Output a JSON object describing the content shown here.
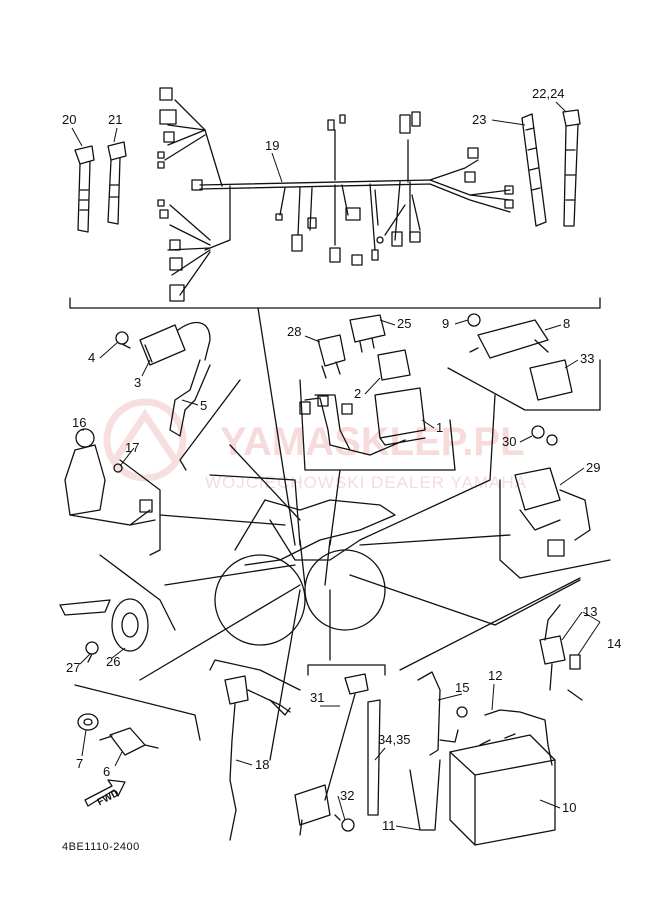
{
  "watermark": {
    "brand": "YAMASKLEP.PL",
    "tagline": "WOJCIECHOWSKI DEALER YAMAHA"
  },
  "drawing_code": "4BE1110-2400",
  "direction_arrow": "FWD",
  "part_labels": {
    "p1": "1",
    "p2": "2",
    "p3": "3",
    "p4": "4",
    "p5": "5",
    "p6": "6",
    "p7": "7",
    "p8": "8",
    "p9": "9",
    "p10": "10",
    "p11": "11",
    "p12": "12",
    "p13": "13",
    "p14": "14",
    "p15": "15",
    "p16": "16",
    "p17": "17",
    "p18": "18",
    "p19": "19",
    "p20": "20",
    "p21": "21",
    "p22_24": "22,24",
    "p23": "23",
    "p25": "25",
    "p26": "26",
    "p27": "27",
    "p28": "28",
    "p29": "29",
    "p30": "30",
    "p31": "31",
    "p32": "32",
    "p33": "33",
    "p34_35": "34,35"
  },
  "colors": {
    "ink": "#111111",
    "watermark": "#e07070"
  }
}
